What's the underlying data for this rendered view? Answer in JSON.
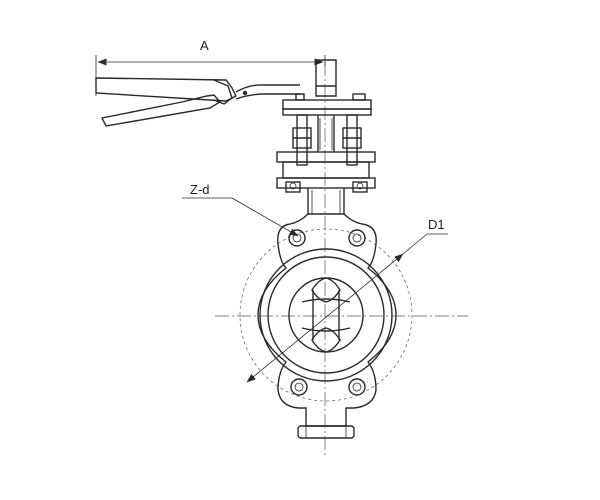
{
  "labels": {
    "dimension_a": "A",
    "bolt_spec": "Z-d",
    "diameter": "D1"
  },
  "colors": {
    "line": "#2a2a2a",
    "centerline": "#555555",
    "background": "#ffffff"
  }
}
